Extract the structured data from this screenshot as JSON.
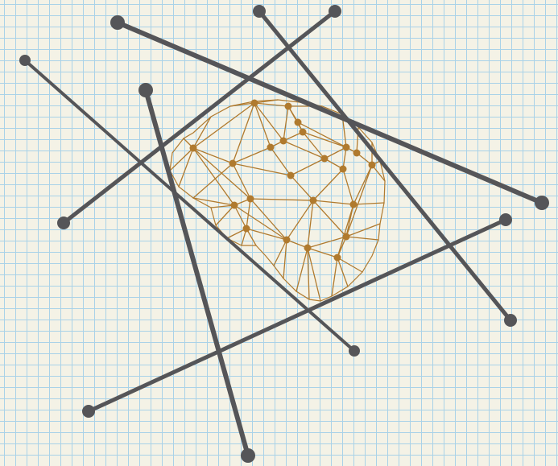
{
  "colors": {
    "paper": "#f4f2e6",
    "grid": "#a9d2e8",
    "mesh": "#b07a2e",
    "stick": "#555558"
  },
  "puzzle": {
    "sticks": [
      {
        "id": "stick-1"
      },
      {
        "id": "stick-2"
      },
      {
        "id": "stick-3"
      },
      {
        "id": "stick-4"
      },
      {
        "id": "stick-5"
      },
      {
        "id": "stick-6"
      },
      {
        "id": "stick-7"
      }
    ]
  }
}
